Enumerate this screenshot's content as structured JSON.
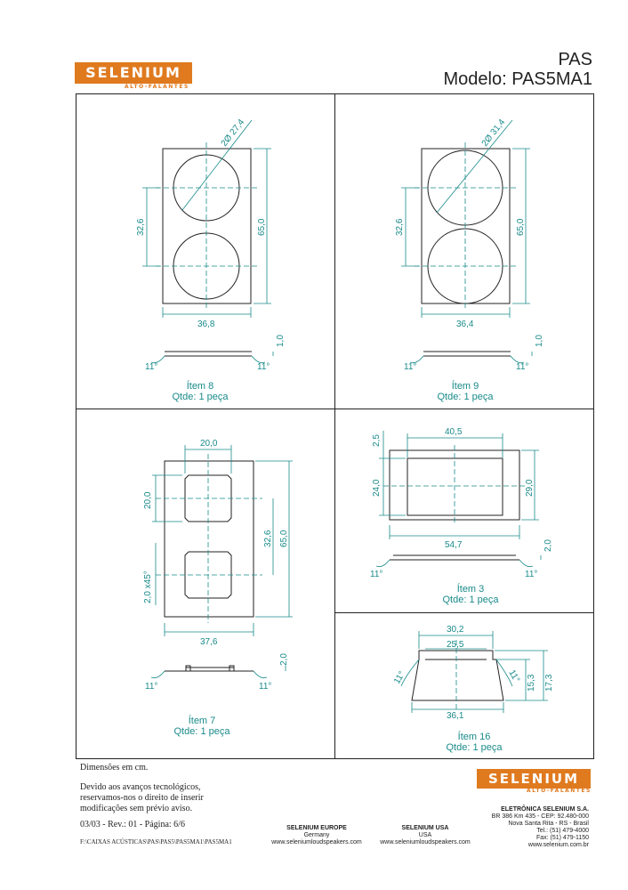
{
  "header": {
    "logo_text": "SELENIUM",
    "logo_subtitle": "ALTO-FALANTES",
    "series": "PAS",
    "model": "Modelo: PAS5MA1"
  },
  "items": [
    {
      "id": "item8",
      "title": "Ítem 8",
      "qty": "Qtde: 1 peça",
      "dims": {
        "diameter": "2Ø 27,4",
        "spacing": "32,6",
        "height": "65,0",
        "width": "36,8",
        "thickness": "1,0",
        "angle_left": "11°",
        "angle_right": "11°"
      }
    },
    {
      "id": "item9",
      "title": "Ítem 9",
      "qty": "Qtde: 1 peça",
      "dims": {
        "diameter": "2Ø 31,4",
        "spacing": "32,6",
        "height": "65,0",
        "width": "36,4",
        "thickness": "1,0",
        "angle_left": "11°",
        "angle_right": "11°"
      }
    },
    {
      "id": "item7",
      "title": "Ítem 7",
      "qty": "Qtde: 1 peça",
      "dims": {
        "top_width": "20,0",
        "side": "20,0",
        "chamfer": "2,0 x45°",
        "spacing": "32,6",
        "height": "65,0",
        "width": "37,6",
        "thickness": "2,0",
        "angle_left": "11°",
        "angle_right": "11°"
      }
    },
    {
      "id": "item3",
      "title": "Ítem 3",
      "qty": "Qtde: 1 peça",
      "dims": {
        "inner_width": "40,5",
        "margin": "2,5",
        "inner_height": "24,0",
        "height": "29,0",
        "width": "54,7",
        "thickness": "2,0",
        "angle_left": "11°",
        "angle_right": "11°"
      }
    },
    {
      "id": "item16",
      "title": "Ítem 16",
      "qty": "Qtde: 1 peça",
      "dims": {
        "top_outer": "30,2",
        "top_inner": "25,5",
        "bottom": "36,1",
        "h1": "15,3",
        "h2": "17,3",
        "angle_left": "11°",
        "angle_right": "11°"
      }
    }
  ],
  "notes": {
    "units": "Dimensões em cm.",
    "disclaimer_1": "Devido aos avanços tecnológicos,",
    "disclaimer_2": "reservamos-nos o direito de inserir",
    "disclaimer_3": "modificações sem prévio aviso.",
    "revision": "03/03 - Rev.: 01 - Página: 6/6",
    "path": "F:\\CAIXAS ACÚSTICAS\\PAS\\PAS5\\PAS5MA1\\PAS5MA1"
  },
  "footer": {
    "europe_title": "SELENIUM EUROPE",
    "europe_country": "Germany",
    "europe_site": "www.seleniumloudspeakers.com",
    "usa_title": "SELENIUM USA",
    "usa_country": "USA",
    "usa_site": "www.seleniumloudspeakers.com",
    "company": "ELETRÔNICA SELENIUM S.A.",
    "address_1": "BR 386 Km 435 - CEP: 92.480-000",
    "address_2": "Nova Santa Rita - RS - Brasil",
    "phone": "Tel.: (51) 479-4000",
    "fax": "Fax: (51) 479-1150",
    "site": "www.selenium.com.br"
  },
  "colors": {
    "brand": "#e07a1f",
    "dimension": "#1a8a8a",
    "lines": "#222222"
  }
}
